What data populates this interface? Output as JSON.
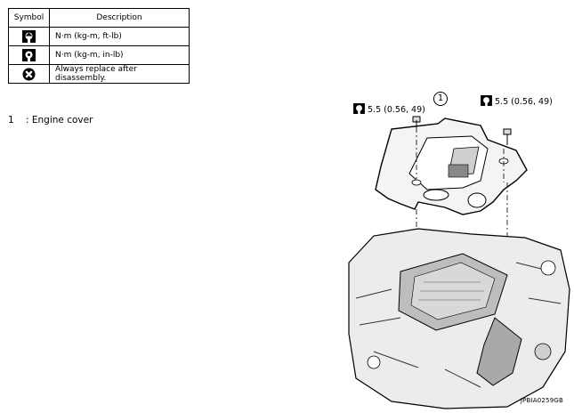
{
  "legend": {
    "header_symbol": "Symbol",
    "header_description": "Description",
    "rows": [
      {
        "icon": "torque-wrench-icon",
        "description": "N·m (kg-m, ft-lb)"
      },
      {
        "icon": "torque-wrench-small-icon",
        "description": "N·m (kg-m, in-lb)"
      },
      {
        "icon": "do-not-reuse-icon",
        "description": "Always replace after disassembly."
      }
    ]
  },
  "callouts": [
    {
      "number": "1",
      "label": ": Engine cover"
    }
  ],
  "diagram": {
    "part_number": "1",
    "torque_left": "5.5 (0.56, 49)",
    "torque_right": "5.5 (0.56, 49)",
    "figure_code": "JPBIA0259GB"
  }
}
